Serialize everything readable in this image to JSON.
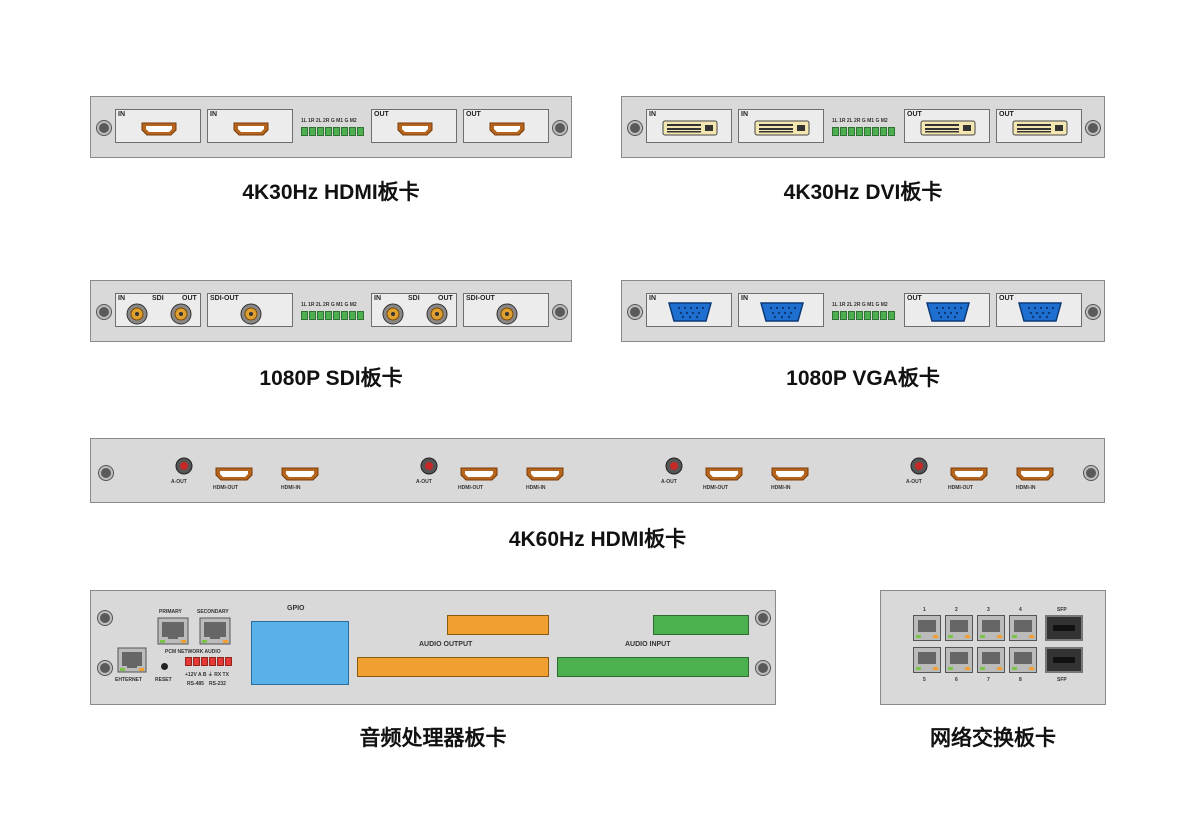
{
  "cards": {
    "hdmi4k30": {
      "caption": "4K30Hz HDMI板卡",
      "modules": [
        "IN",
        "IN",
        "OUT",
        "OUT"
      ],
      "terminal_labels": "1L 1R 2L 2R G M1 G M2"
    },
    "dvi4k30": {
      "caption": "4K30Hz DVI板卡",
      "modules": [
        "IN",
        "IN",
        "OUT",
        "OUT"
      ],
      "terminal_labels": "1L 1R 2L 2R G M1 G M2"
    },
    "sdi1080": {
      "caption": "1080P SDI板卡",
      "modules": [
        "IN",
        "SDI",
        "OUT",
        "SDI-OUT",
        "IN",
        "SDI",
        "OUT",
        "SDI-OUT"
      ],
      "terminal_labels": "1L 1R 2L 2R G M1 G M2"
    },
    "vga1080": {
      "caption": "1080P VGA板卡",
      "modules": [
        "IN",
        "IN",
        "OUT",
        "OUT"
      ],
      "terminal_labels": "1L 1R 2L 2R G M1 G M2"
    },
    "hdmi4k60": {
      "caption": "4K60Hz HDMI板卡",
      "port_labels": [
        "A-OUT",
        "HDMI-OUT",
        "HDMI-IN"
      ]
    },
    "audio": {
      "caption": "音频处理器板卡",
      "labels": {
        "ethernet": "EHTERNET",
        "reset": "RESET",
        "primary": "PRIMARY",
        "secondary": "SECONDARY",
        "pcm": "PCM NETWORK AUDIO",
        "rs_left": "RS-485",
        "rs_right": "RS-232",
        "rs_pins": "+12V A B ⏚ RX TX",
        "gpio": "GPIO",
        "audio_output": "AUDIO OUTPUT",
        "audio_input": "AUDIO INPUT"
      }
    },
    "switch": {
      "caption": "网络交换板卡",
      "top_numbers": [
        "1",
        "2",
        "3",
        "4"
      ],
      "bottom_numbers": [
        "5",
        "6",
        "7",
        "8"
      ],
      "sfp": "SFP"
    }
  },
  "colors": {
    "panel": "#d9d9d9",
    "green_terminal": "#4caf50",
    "orange_terminal": "#f0a030",
    "blue_terminal": "#5ab0e8",
    "red_terminal": "#e53935",
    "vga_blue": "#1f6fd1"
  }
}
